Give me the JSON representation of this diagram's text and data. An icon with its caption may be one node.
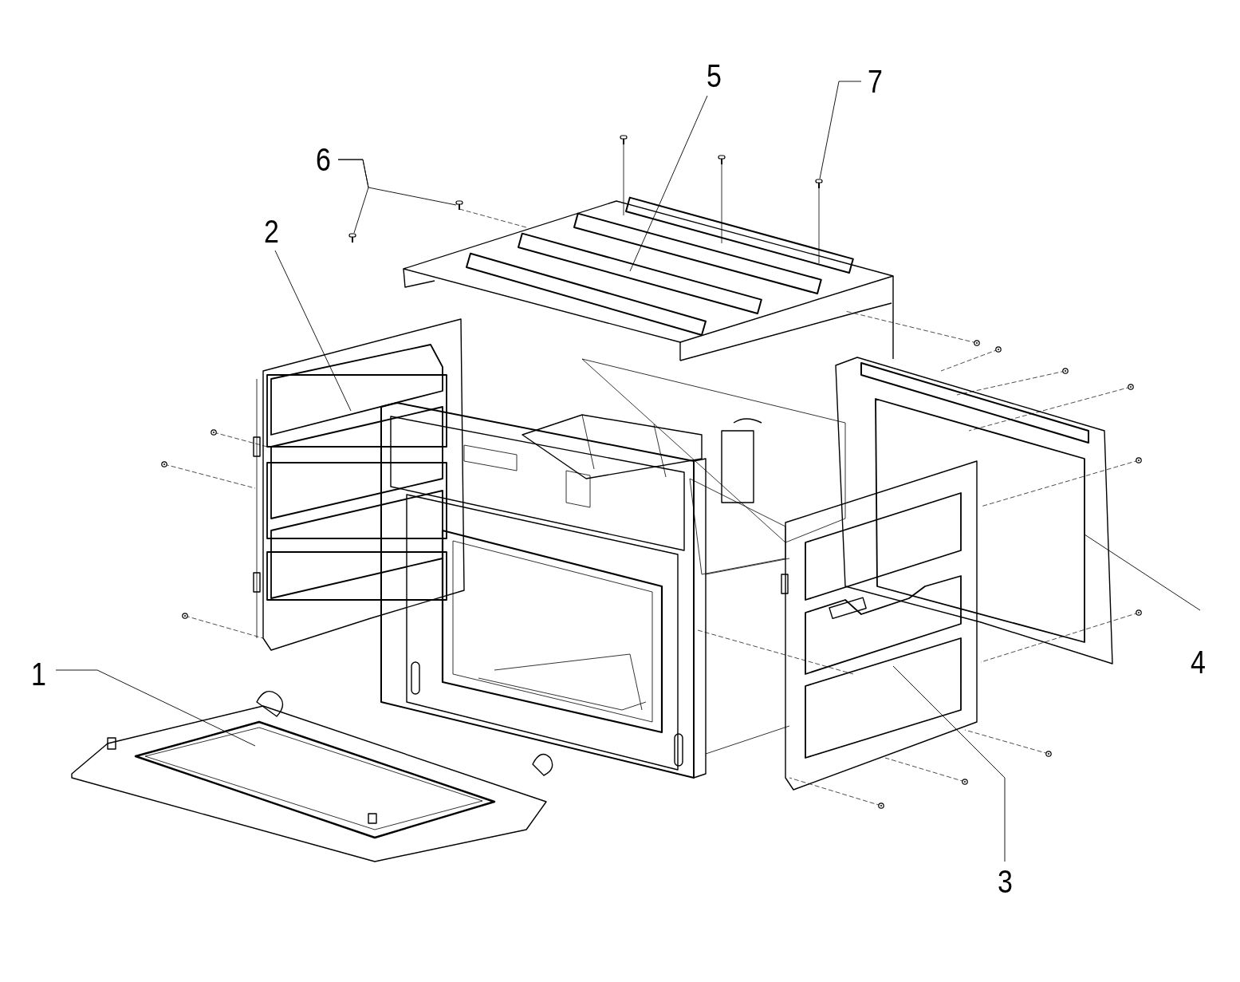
{
  "diagram": {
    "nodes": [
      {
        "text": [
          "1"
        ]
      },
      {
        "text": [],
        "shape": "picture"
      },
      {
        "text": [
          "2"
        ]
      },
      {
        "text": [],
        "shape": "picture"
      },
      {
        "text": [
          "3"
        ]
      },
      {
        "text": [],
        "shape": "picture"
      },
      {
        "text": [
          "4"
        ]
      },
      {
        "text": [],
        "shape": "picture"
      },
      {
        "text": [
          "5"
        ]
      },
      {
        "text": [],
        "shape": "picture"
      },
      {
        "text": [
          "6"
        ]
      },
      {
        "text": [],
        "shape": "picture"
      },
      {
        "text": [],
        "shape": "picture"
      },
      {
        "text": [
          "7"
        ]
      },
      {
        "text": [],
        "shape": "picture"
      }
    ],
    "edges": [
      {
        "from": 0,
        "to": 1,
        "arrow": "none"
      },
      {
        "from": 2,
        "to": 3,
        "arrow": "none"
      },
      {
        "from": 4,
        "to": 5,
        "arrow": "none"
      },
      {
        "from": 6,
        "to": 7,
        "arrow": "none"
      },
      {
        "from": 8,
        "to": 9,
        "arrow": "none"
      },
      {
        "from": 10,
        "to": 11,
        "arrow": "none"
      },
      {
        "from": 10,
        "to": 12,
        "arrow": "none"
      },
      {
        "from": 13,
        "to": 14,
        "arrow": "none"
      }
    ]
  }
}
